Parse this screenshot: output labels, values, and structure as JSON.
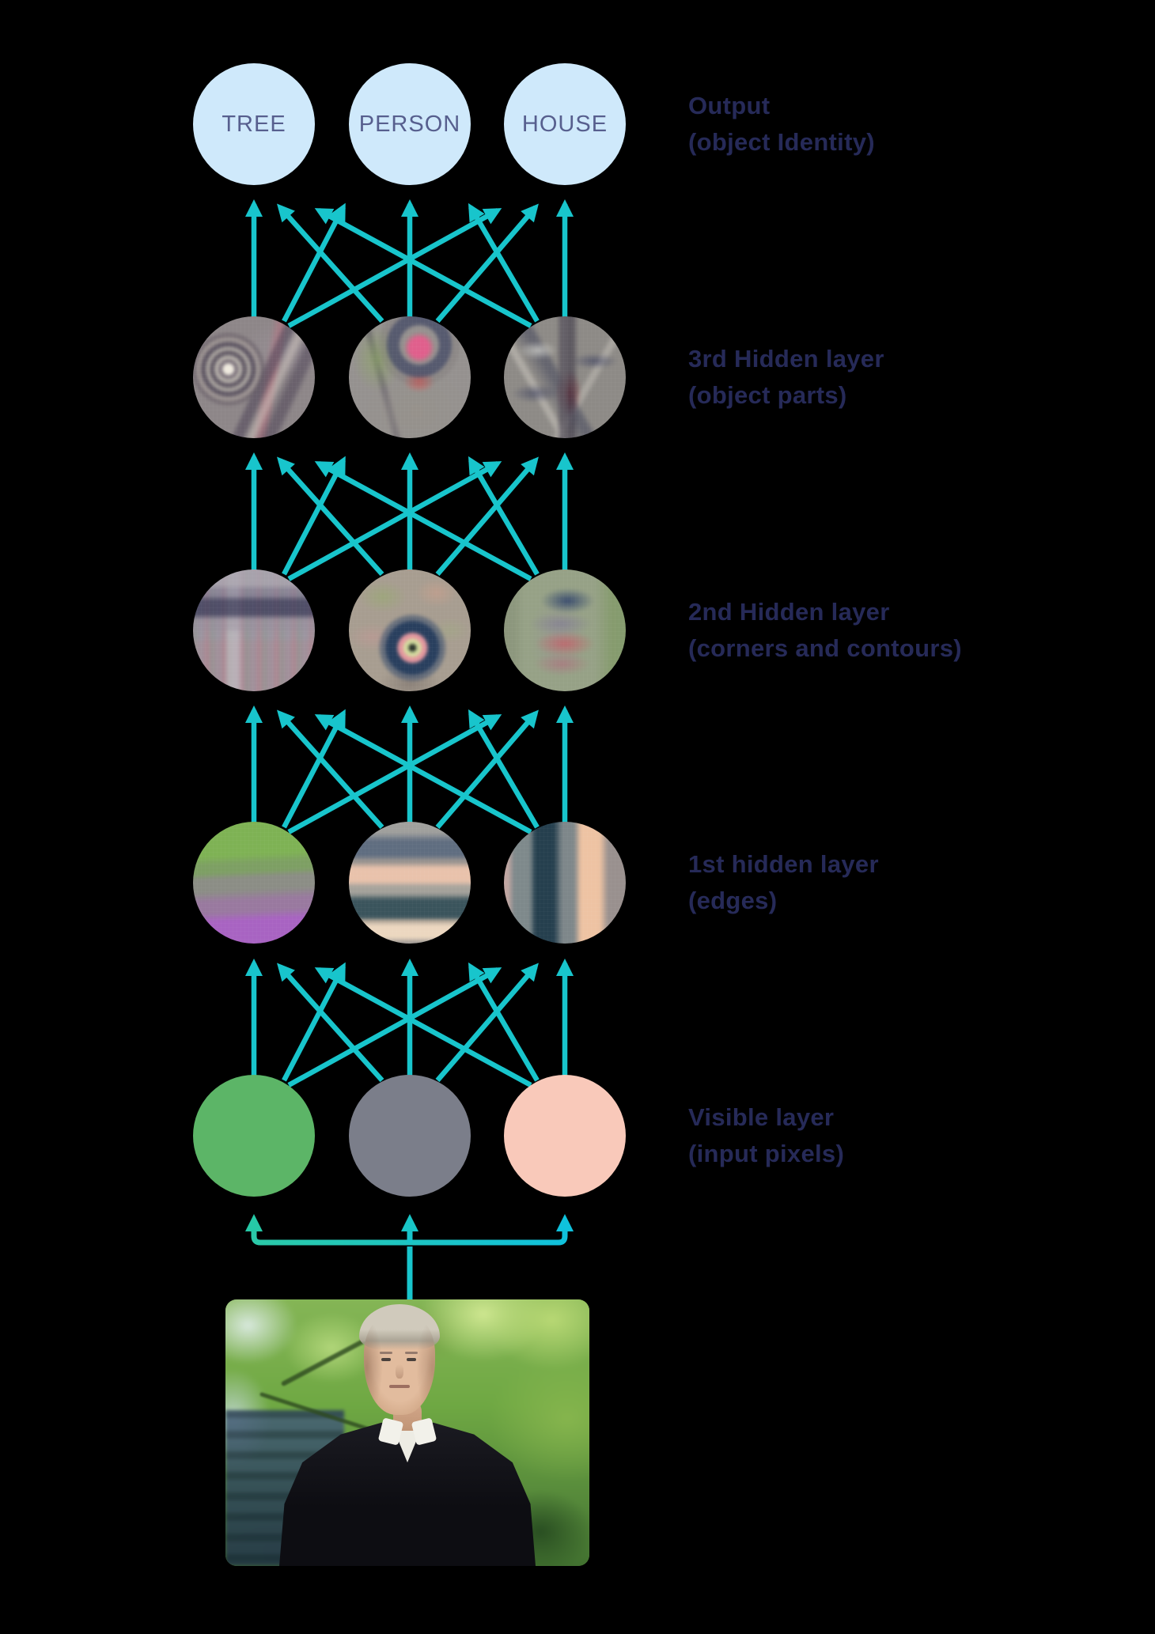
{
  "colors": {
    "background": "#000000",
    "arrow": "#18c5cc",
    "arrow_gradient_start": "#2bc9a8",
    "arrow_gradient_end": "#10c1dc",
    "node_output_fill": "#cfe9fb",
    "node_output_text": "#575f8e",
    "label_text": "#262a58",
    "visible_green": "#5cb567",
    "visible_gray": "#7b7e8a",
    "visible_peach": "#f9c9ba"
  },
  "output_nodes": [
    {
      "label": "TREE"
    },
    {
      "label": "PERSON"
    },
    {
      "label": "HOUSE"
    }
  ],
  "layer_labels": [
    {
      "title": "Output",
      "subtitle": "(object Identity)"
    },
    {
      "title": "3rd Hidden layer",
      "subtitle": "(object parts)"
    },
    {
      "title": "2nd Hidden layer",
      "subtitle": "(corners and contours)"
    },
    {
      "title": "1st hidden layer",
      "subtitle": "(edges)"
    },
    {
      "title": "Visible layer",
      "subtitle": "(input pixels)"
    }
  ],
  "feature_nodes": {
    "hidden3": [
      {
        "depicts": "wheel-like object part"
      },
      {
        "depicts": "person-like object part"
      },
      {
        "depicts": "vertical structure object part"
      }
    ],
    "hidden2": [
      {
        "depicts": "corner and grid contour patch"
      },
      {
        "depicts": "circular eye-like contour patch"
      },
      {
        "depicts": "banded blob contour patch"
      }
    ],
    "hidden1": [
      {
        "depicts": "green to purple horizontal edge patch"
      },
      {
        "depicts": "horizontal stripe edge patch"
      },
      {
        "depicts": "vertical stripe edge patch"
      }
    ]
  },
  "photo": {
    "depicts": "man with gray hair in black v-neck sweater and white shirt standing in front of sunlit green trees"
  }
}
